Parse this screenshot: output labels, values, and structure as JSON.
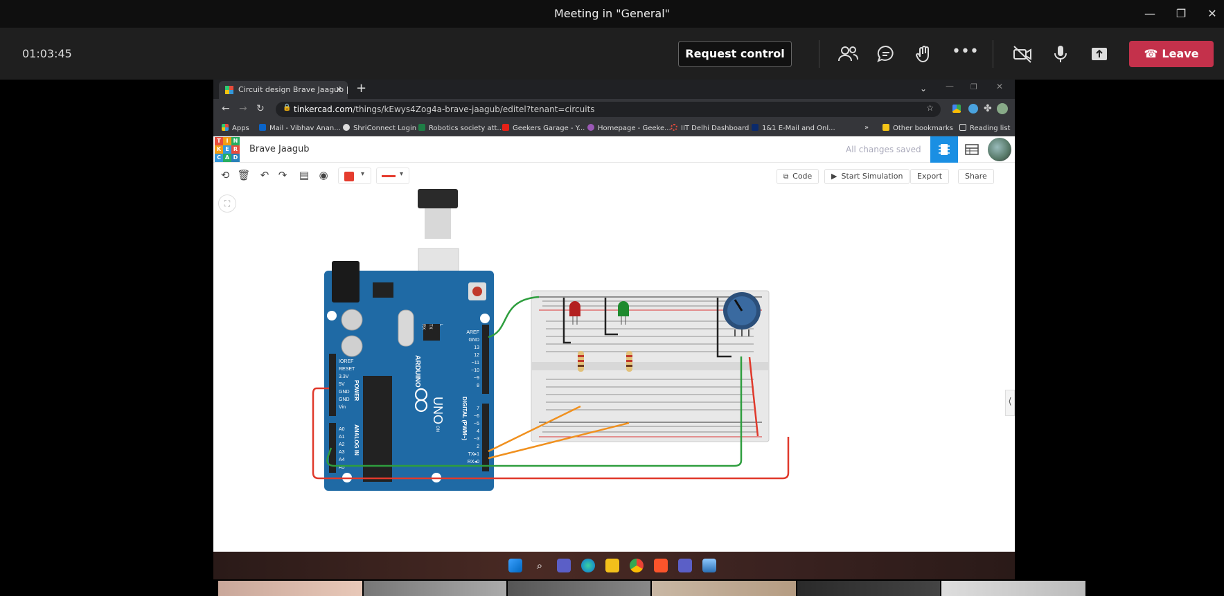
{
  "teams": {
    "window_title": "Meeting in \"General\"",
    "timer": "01:03:45",
    "request_control": "Request control",
    "leave": "Leave"
  },
  "browser": {
    "tab_title": "Circuit design Brave Jaagub | Tin",
    "url_domain": "tinkercad.com",
    "url_path": "/things/kEwys4Zog4a-brave-jaagub/editel?tenant=circuits",
    "bookmarks": [
      "Apps",
      "Mail - Vibhav Anan...",
      "ShriConnect Login",
      "Robotics society att...",
      "Geekers Garage - Y...",
      "Homepage - Geeke...",
      "IIT Delhi Dashboard",
      "1&1 E-Mail and Onl...",
      "»",
      "Other bookmarks",
      "Reading list"
    ]
  },
  "tinkercad": {
    "logo_letters": [
      "T",
      "I",
      "N",
      "K",
      "E",
      "R",
      "C",
      "A",
      "D"
    ],
    "project_name": "Brave Jaagub",
    "save_status": "All changes saved",
    "code_button": "Code",
    "start_simulation": "Start Simulation",
    "export": "Export",
    "share": "Share"
  },
  "board": {
    "labels": [
      "AREF",
      "GND",
      "13",
      "12",
      "~11",
      "~10",
      "~9",
      "8",
      "7",
      "~6",
      "~5",
      "4",
      "~3",
      "2",
      "TX▸1",
      "RX◂0"
    ],
    "power_labels": [
      "IOREF",
      "RESET",
      "3.3V",
      "5V",
      "GND",
      "GND",
      "Vin"
    ],
    "analog_labels": [
      "A0",
      "A1",
      "A2",
      "A3",
      "A4",
      "A5"
    ],
    "power_title": "POWER",
    "analog_title": "ANALOG IN",
    "digital_title": "DIGITAL (PWM~)",
    "brand": "ARDUINO",
    "model": "UNO",
    "tx": "TX",
    "rx": "RX",
    "l": "L",
    "on": "ON"
  },
  "colors": {
    "leave": "#c4314b",
    "arduino": "#1f6aa5",
    "wire_green": "#2e9e3e",
    "wire_red": "#e0392b",
    "wire_orange": "#f0901e",
    "accent_blue": "#1a8fe3"
  }
}
